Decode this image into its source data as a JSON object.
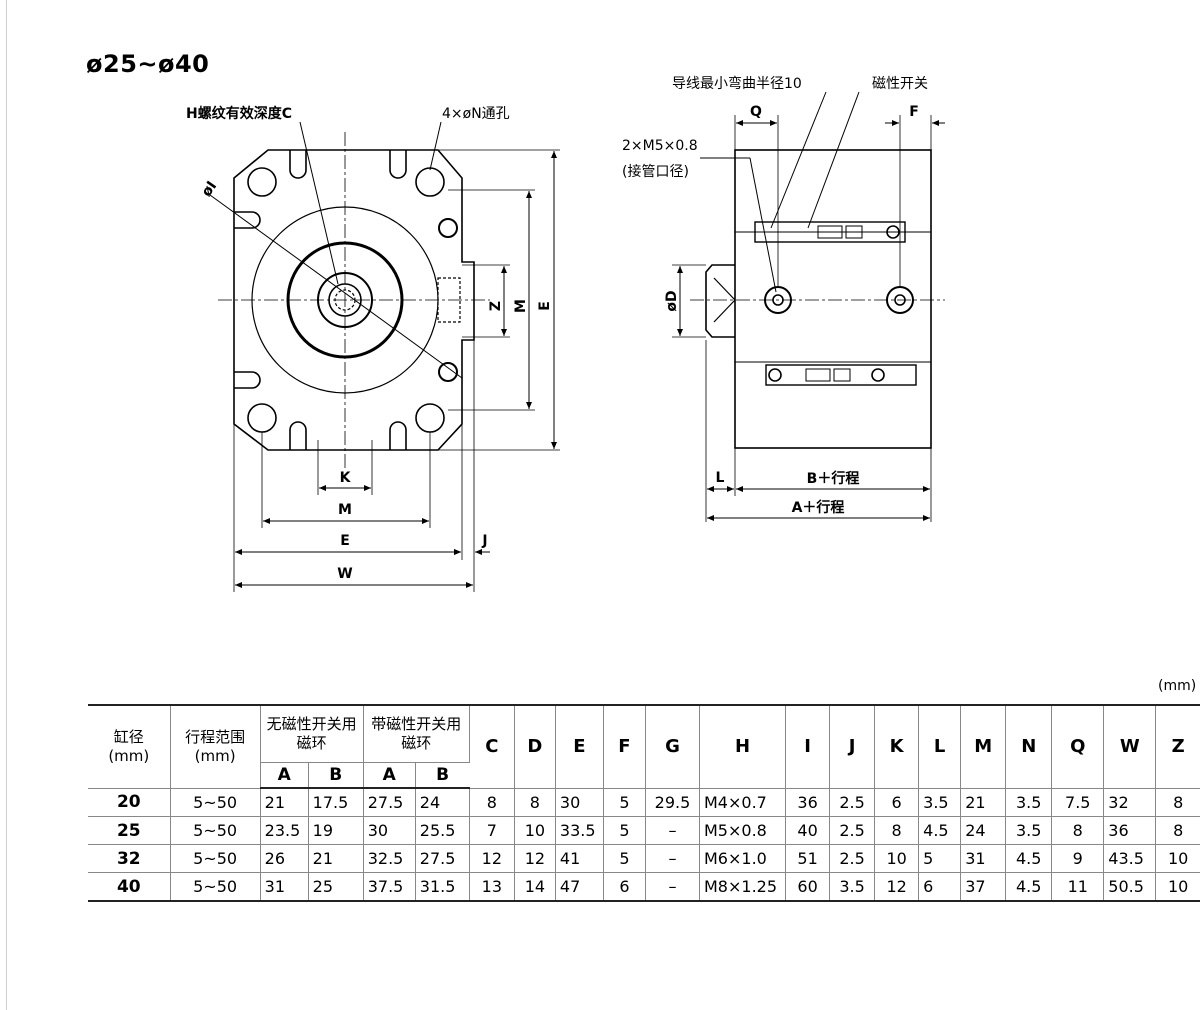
{
  "title": "ø25~ø40",
  "front_view": {
    "h_label": "H螺纹有效深度C",
    "n_label": "4×øN通孔",
    "i_label": "øI",
    "dims": {
      "K": "K",
      "M": "M",
      "E": "E",
      "W": "W",
      "J": "J",
      "Z": "Z",
      "M_v": "M",
      "E_v": "E"
    }
  },
  "side_view": {
    "wire_label": "导线最小弯曲半径10",
    "switch_label": "磁性开关",
    "port_label_1": "2×M5×0.8",
    "port_label_2": "(接管口径)",
    "dims": {
      "Q": "Q",
      "F": "F",
      "D": "øD",
      "L": "L",
      "B": "B＋行程",
      "A": "A＋行程"
    }
  },
  "units": "(mm)",
  "table": {
    "headers": {
      "bore": [
        "缸径",
        "(mm)"
      ],
      "stroke": [
        "行程范围",
        "(mm)"
      ],
      "no_switch": [
        "无磁性开关用",
        "磁环"
      ],
      "with_switch": [
        "带磁性开关用",
        "磁环"
      ],
      "sub_a": "A",
      "sub_b": "B",
      "cols": [
        "C",
        "D",
        "E",
        "F",
        "G",
        "H",
        "I",
        "J",
        "K",
        "L",
        "M",
        "N",
        "Q",
        "W",
        "Z"
      ]
    },
    "rows": [
      [
        "20",
        "5~50",
        "21",
        "17.5",
        "27.5",
        "24",
        "8",
        "8",
        "30",
        "5",
        "29.5",
        "M4×0.7",
        "36",
        "2.5",
        "6",
        "3.5",
        "21",
        "3.5",
        "7.5",
        "32",
        "8"
      ],
      [
        "25",
        "5~50",
        "23.5",
        "19",
        "30",
        "25.5",
        "7",
        "10",
        "33.5",
        "5",
        "–",
        "M5×0.8",
        "40",
        "2.5",
        "8",
        "4.5",
        "24",
        "3.5",
        "8",
        "36",
        "8"
      ],
      [
        "32",
        "5~50",
        "26",
        "21",
        "32.5",
        "27.5",
        "12",
        "12",
        "41",
        "5",
        "–",
        "M6×1.0",
        "51",
        "2.5",
        "10",
        "5",
        "31",
        "4.5",
        "9",
        "43.5",
        "10"
      ],
      [
        "40",
        "5~50",
        "31",
        "25",
        "37.5",
        "31.5",
        "13",
        "14",
        "47",
        "6",
        "–",
        "M8×1.25",
        "60",
        "3.5",
        "12",
        "6",
        "37",
        "4.5",
        "11",
        "50.5",
        "10"
      ]
    ]
  }
}
